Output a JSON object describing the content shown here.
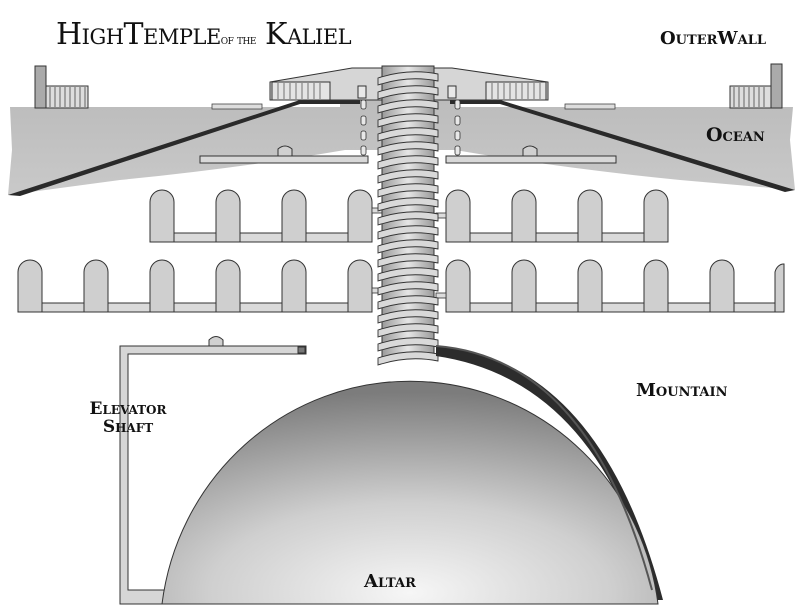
{
  "title": {
    "part1": "HighTemple",
    "part2": "of the",
    "part3": "Kaliel"
  },
  "labels": {
    "outer_wall": "OuterWall",
    "ocean": "Ocean",
    "mountain": "Mountain",
    "elevator_line1": "Elevator",
    "elevator_line2": "Shaft",
    "altar": "Altar"
  },
  "colors": {
    "ground": "#bdbdbd",
    "stone": "#cfcfcf",
    "outline": "#444444",
    "ink": "#111111",
    "dome_light": "#f4f4f4",
    "dome_dark": "#7a7a7a"
  }
}
